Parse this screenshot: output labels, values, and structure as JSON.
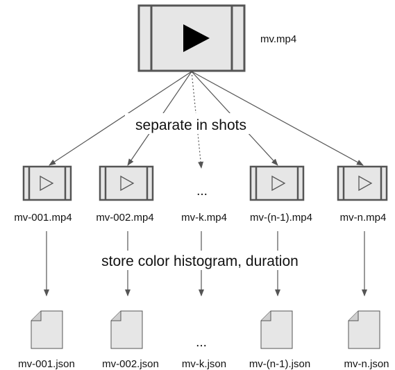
{
  "source": {
    "filename": "mv.mp4",
    "icon": "video-film-play-icon"
  },
  "split_step": {
    "label": "separate in shots"
  },
  "shots": [
    {
      "filename": "mv-001.mp4",
      "icon": "video-film-play-icon"
    },
    {
      "filename": "mv-002.mp4",
      "icon": "video-film-play-icon"
    },
    {
      "filename": "mv-k.mp4",
      "ellipsis": "..."
    },
    {
      "filename": "mv-(n-1).mp4",
      "icon": "video-film-play-icon"
    },
    {
      "filename": "mv-n.mp4",
      "icon": "video-film-play-icon"
    }
  ],
  "store_step": {
    "label": "store color histogram, duration"
  },
  "outputs": [
    {
      "filename": "mv-001.json",
      "icon": "document-icon"
    },
    {
      "filename": "mv-002.json",
      "icon": "document-icon"
    },
    {
      "filename": "mv-k.json",
      "ellipsis": "..."
    },
    {
      "filename": "mv-(n-1).json",
      "icon": "document-icon"
    },
    {
      "filename": "mv-n.json",
      "icon": "document-icon"
    }
  ],
  "colors": {
    "icon_fill": "#e6e6e6",
    "icon_stroke": "#555555",
    "play_fill": "#000000",
    "arrow": "#555555"
  }
}
